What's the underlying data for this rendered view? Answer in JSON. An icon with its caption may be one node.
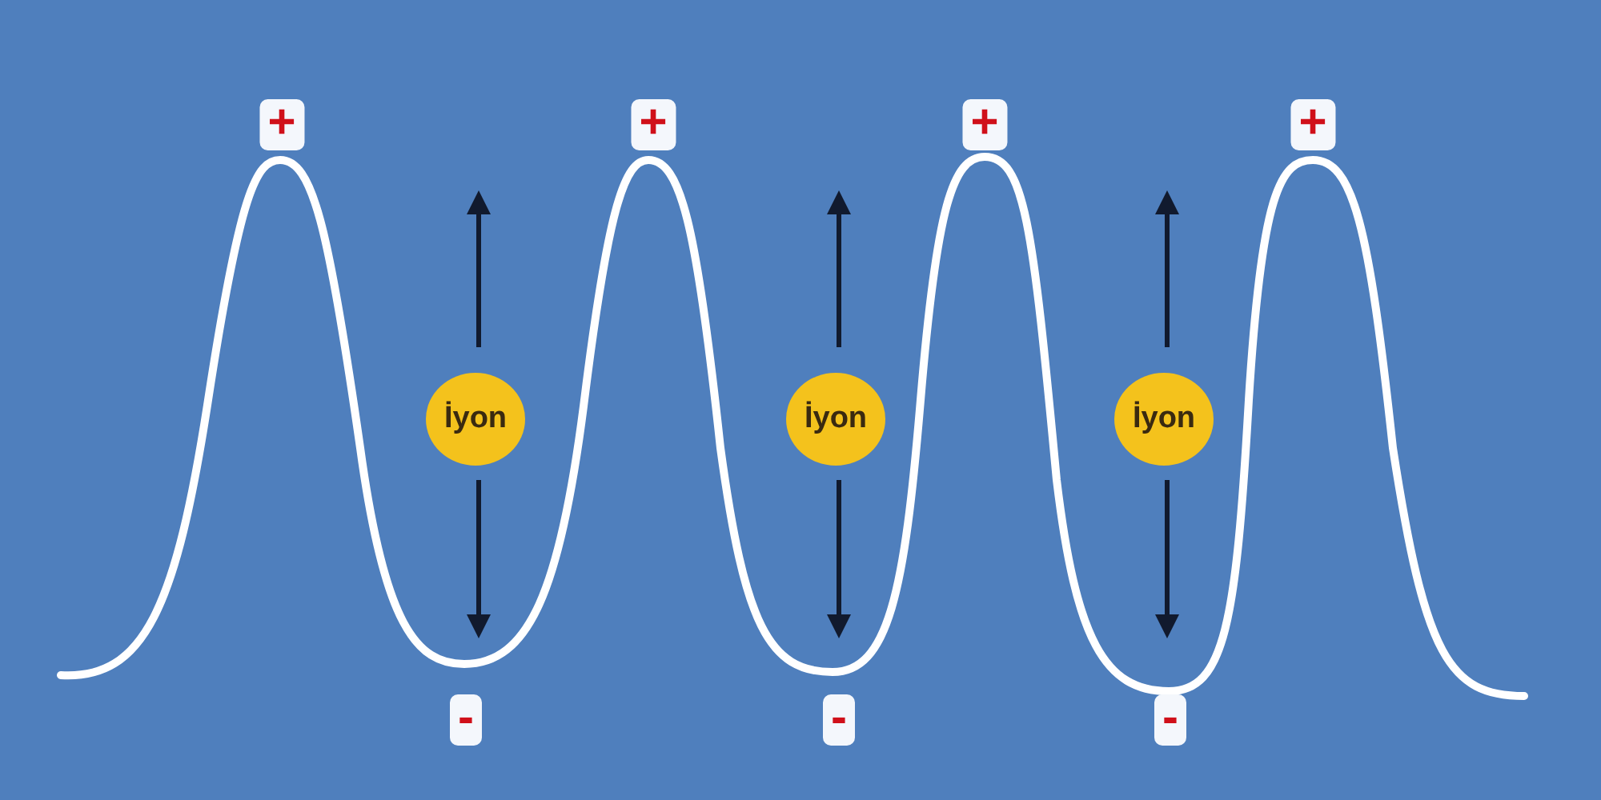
{
  "diagram": {
    "nodes": [
      {
        "text": [
          "İyon"
        ]
      },
      {
        "text": [
          "İyon"
        ]
      },
      {
        "text": [
          "İyon"
        ]
      }
    ],
    "labels": [
      "+",
      "+",
      "+",
      "+",
      "-",
      "-",
      "-"
    ]
  }
}
